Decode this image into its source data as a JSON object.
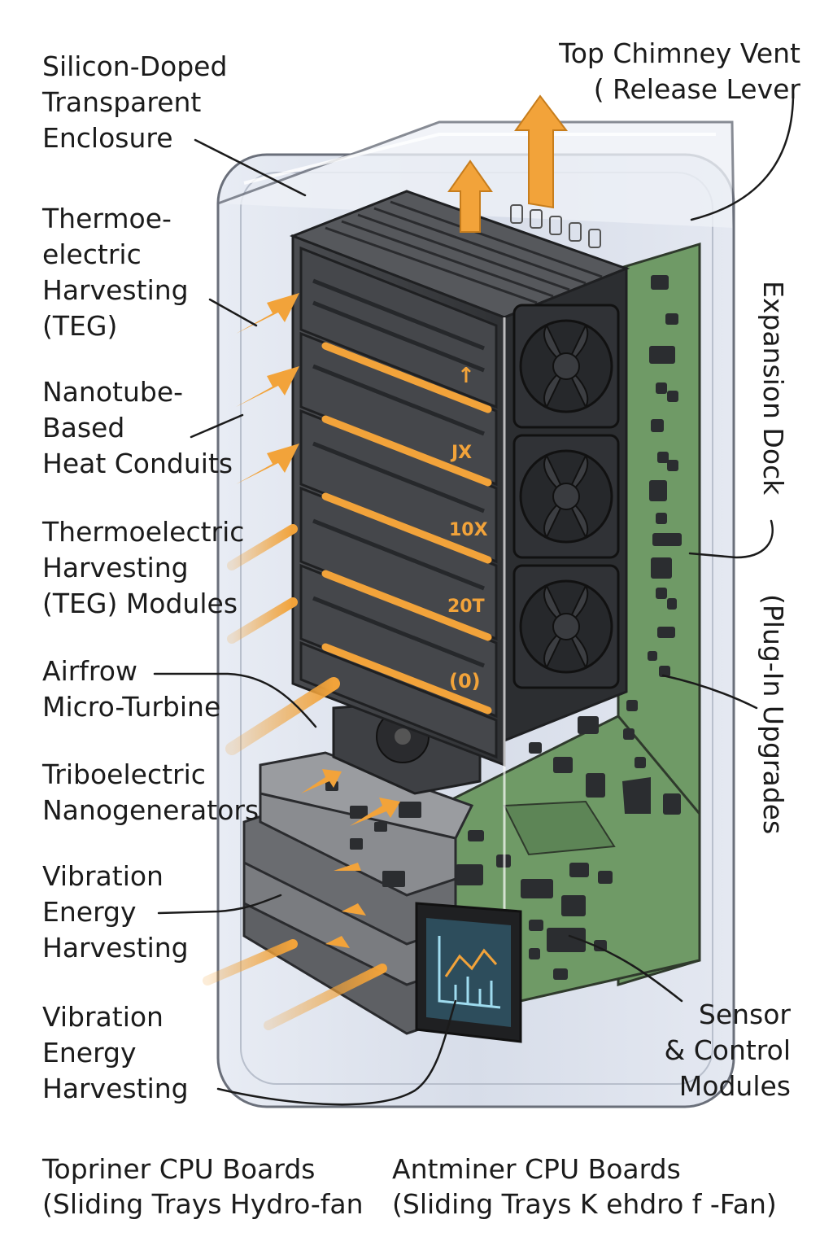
{
  "labels": {
    "enclosure": "Silicon-Doped\nTransparent\nEnclosure",
    "chimney": "Top Chimney Vent\n( Release Lever",
    "teg_top": "Thermoe-\nelectric\nHarvesting\n(TEG)",
    "nanotube": "Nanotube-\nBased\nHeat Conduits",
    "teg_modules": "Thermoelectric\nHarvesting\n(TEG) Modules",
    "turbine": "Airfrow\nMicro-Turbine",
    "tribo": "Triboelectric\nNanogenerators",
    "vibration_1": "Vibration\nEnergy\nHarvesting",
    "vibration_2": "Vibration\nEnergy\nHarvesting",
    "expansion_dock": "Expansion Dock",
    "plugin_upgrades": "(Plug-In Upgrades",
    "sensor": "Sensor\n& Control\nModules"
  },
  "bottom_captions": {
    "left": "Topriner CPU Boards\n(Sliding Trays Hydro-fan",
    "right": "Antminer CPU Boards\n(Sliding Trays K ehdro f -Fan)"
  },
  "tray_badges": [
    "↑",
    "JX",
    "10X",
    "20T",
    "(0)"
  ],
  "icons": {
    "airflow_arrow": "airflow-arrow-icon",
    "fan": "fan-icon",
    "monitor_chart": "line-chart-icon"
  },
  "colors": {
    "accent_orange": "#f2a33a",
    "enclosure_glass": "#dfe4ef",
    "rack_dark": "#3a3c40",
    "pcb_green": "#6f9a66",
    "monitor_screen": "#2d4d5c",
    "line_ink": "#1b1b1b"
  }
}
